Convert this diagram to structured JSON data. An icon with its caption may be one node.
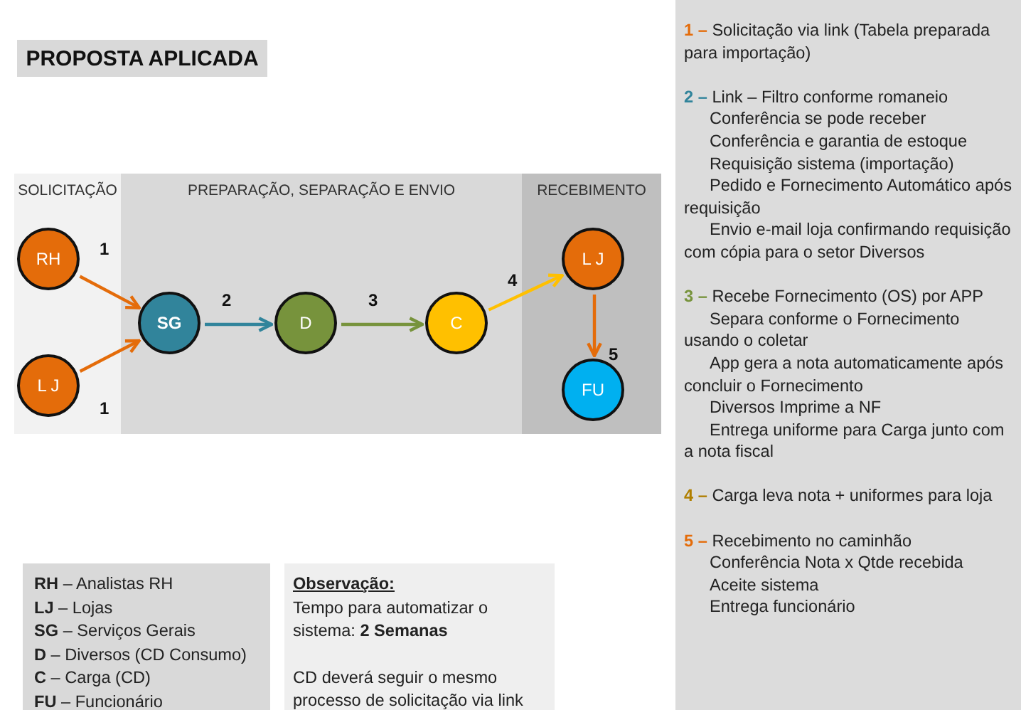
{
  "diagram": {
    "title": "PROPOSTA APLICADA",
    "nodes": [
      {
        "text": [
          "SOLICITAÇÃO"
        ]
      },
      {
        "text": [
          "PREPARAÇÃO, SEPARAÇÃO E ENVIO"
        ]
      },
      {
        "text": [
          "RECEBIMENTO"
        ]
      },
      {
        "text": [
          "RH"
        ],
        "in": 0
      },
      {
        "text": [
          "L J"
        ],
        "in": 0
      },
      {
        "text": [
          "SG"
        ],
        "in": 1
      },
      {
        "text": [
          "D"
        ],
        "in": 1
      },
      {
        "text": [
          "C"
        ],
        "in": 1
      },
      {
        "text": [
          "L J"
        ],
        "in": 2
      },
      {
        "text": [
          "FU"
        ],
        "in": 2
      }
    ],
    "edges": [
      {
        "from": 3,
        "to": 5,
        "arrow": "to",
        "label": "1",
        "color": "#e46c0a"
      },
      {
        "from": 4,
        "to": 5,
        "arrow": "to",
        "label": "1",
        "color": "#e46c0a"
      },
      {
        "from": 5,
        "to": 6,
        "arrow": "to",
        "label": "2",
        "color": "#31849b"
      },
      {
        "from": 6,
        "to": 7,
        "arrow": "to",
        "label": "3",
        "color": "#77933c"
      },
      {
        "from": 7,
        "to": 8,
        "arrow": "to",
        "label": "4",
        "color": "#ffc000"
      },
      {
        "from": 8,
        "to": 9,
        "arrow": "to",
        "label": "5",
        "color": "#e46c0a"
      }
    ],
    "labels": [
      "1 –",
      "Solicitação via link (Tabela preparada para importação)",
      "2 –",
      "Link – Filtro conforme romaneio",
      "Conferência se pode receber",
      "Conferência e garantia de estoque",
      "Requisição sistema (importação)",
      "Pedido e Fornecimento Automático após requisição",
      "Envio e-mail loja confirmando requisição com cópia para o setor Diversos",
      "3 –",
      "Recebe Fornecimento (OS) por APP",
      "Separa conforme o Fornecimento usando o coletar",
      "App gera a nota automaticamente após concluir o Fornecimento",
      "Diversos Imprime a NF",
      "Entrega uniforme para Carga junto com a nota fiscal",
      "4 –",
      "Carga leva nota + uniformes para loja",
      "5 –",
      "Recebimento no caminhão",
      "Conferência Nota x Qtde recebida",
      "Aceite sistema",
      "Entrega funcionário",
      "**RH** – Analistas RH",
      "**LJ** – Lojas",
      "**SG** – Serviços Gerais",
      "**D** – Diversos (CD Consumo)",
      "**C** – Carga (CD)",
      "**FU** – Funcionário",
      "Observação:",
      "Tempo para automatizar o sistema: **2 Semanas**",
      "CD deverá seguir o mesmo processo de solicitação via link"
    ]
  }
}
